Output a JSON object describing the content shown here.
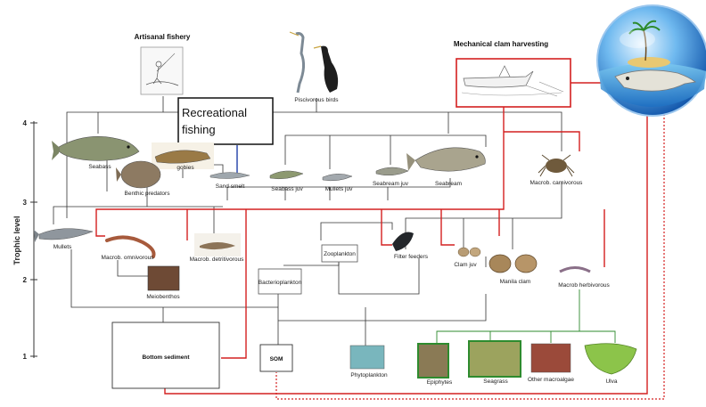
{
  "axis": {
    "title": "Trophic level",
    "ticks": [
      "1",
      "2",
      "3",
      "4"
    ]
  },
  "headings": {
    "artisanal": "Artisanal fishery",
    "mechanical": "Mechanical clam harvesting",
    "recreational_line1": "Recreational",
    "recreational_line2": "fishing"
  },
  "nodes": {
    "piscivorous_birds": "Piscivorous birds",
    "seabass": "Seabass",
    "gobies": "gobies",
    "benthic_predators": "Benthic predators",
    "sand_smelt": "Sand smelt",
    "seabass_juv": "Seabass juv",
    "mullets_juv": "Mullets juv",
    "seabream_juv": "Seabream juv",
    "seabream": "Seabream",
    "macrob_carnivorous": "Macrob. carnivorous",
    "mullets": "Mullets",
    "macrob_omnivorous": "Macrob. omnivorous",
    "macrob_detritivorous": "Macrob. detritivorous",
    "zooplankton": "Zooplankton",
    "filter_feeders": "Filter feeders",
    "clam_juv": "Clam juv",
    "manila_clam": "Manila clam",
    "macrob_herbivorous": "Macrob herbivorous",
    "meiobenthos": "Meiobenthos",
    "bacterioplankton": "Bacterioplankton",
    "bottom_sediment": "Bottom sediment",
    "som": "SOM",
    "phytoplankton": "Phytoplankton",
    "epiphytes": "Epiphytes",
    "seagrass": "Seagrass",
    "other_macroalgae": "Other macroalgae",
    "ulva": "Ulva"
  },
  "colors": {
    "fishing_flow": "#d42020",
    "producer_flow": "#2e8b2e",
    "recreational_link": "#1f3fa8",
    "trophic_link": "#333333"
  },
  "icons": [
    "island-globe-icon",
    "boat-drawing-icon",
    "fisherman-drawing-icon"
  ]
}
